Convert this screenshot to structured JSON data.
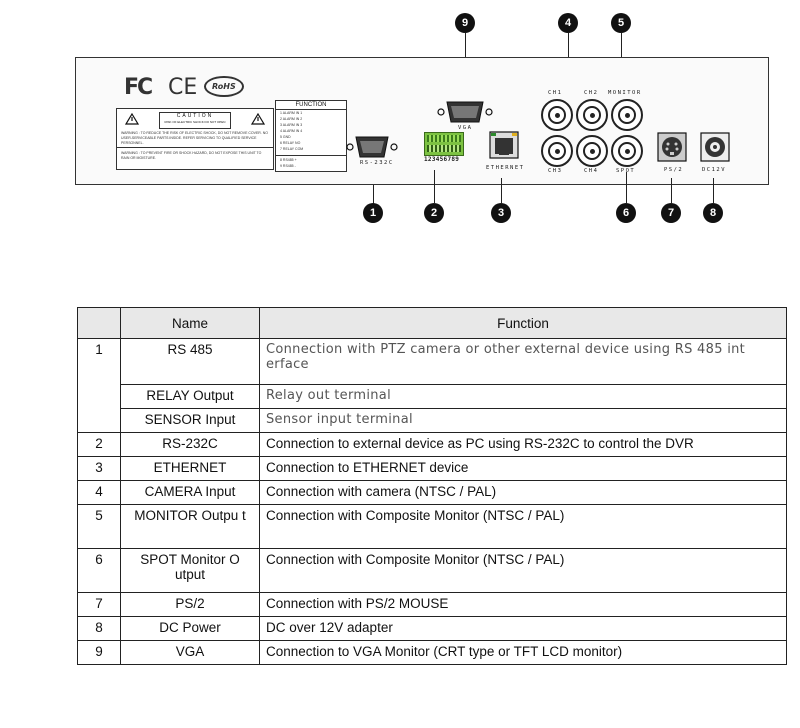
{
  "panel": {
    "logos": {
      "fc": "FC",
      "ce": "CE",
      "brand": "RoHS"
    },
    "caution": {
      "title": "CAUTION",
      "subtitle": "RISK OF ELECTRIC SHOCK DO NOT OPEN",
      "warning1": "WARNING : TO REDUCE THE RISK OF ELECTRIC SHOCK, DO NOT REMOVE COVER. NO USER-SERVICEABLE PARTS INSIDE. REFER SERVICING TO QUALIFIED SERVICE PERSONNEL.",
      "warning2": "WARNING : TO PREVENT FIRE OR SHOCK HAZARD, DO NOT EXPOSE THIS UNIT TO RAIN OR MOISTURE."
    },
    "function_box": {
      "title": "FUNCTION",
      "rows": [
        "1 ALARM IN 1",
        "2 ALARM IN 2",
        "3 ALARM IN 3",
        "4 ALARM IN 4",
        "5 GND",
        "6 RELAY NO",
        "7 RELAY COM",
        "8 RS485 +",
        "9 RS485 -"
      ]
    },
    "labels": {
      "rs232c": "RS-232C",
      "terminal": "123456789",
      "vga": "VGA",
      "ethernet": "ETHERNET",
      "ch1": "CH1",
      "ch2": "CH2",
      "monitor": "MONITOR",
      "ch3": "CH3",
      "ch4": "CH4",
      "spot": "SPOT",
      "ps2": "PS/2",
      "dc12v": "DC12V"
    },
    "callouts": [
      "1",
      "2",
      "3",
      "4",
      "5",
      "6",
      "7",
      "8",
      "9"
    ]
  },
  "table": {
    "headers": [
      "",
      "Name",
      "Function"
    ],
    "rows": [
      {
        "num": "1",
        "name": "RS 485",
        "func": "Connection with PTZ camera or other external device using RS 485 int erface"
      },
      {
        "num": "",
        "name": "RELAY Output",
        "func": "Relay out terminal"
      },
      {
        "num": "",
        "name": "SENSOR Input",
        "func": "Sensor input terminal"
      },
      {
        "num": "2",
        "name": "RS-232C",
        "func": "Connection to external device as PC using RS-232C to control the DVR"
      },
      {
        "num": "3",
        "name": "ETHERNET",
        "func": "Connection to ETHERNET device"
      },
      {
        "num": "4",
        "name": "CAMERA Input",
        "func": "Connection with camera (NTSC / PAL)"
      },
      {
        "num": "5",
        "name": "MONITOR Outpu t",
        "func": "Connection with Composite Monitor (NTSC / PAL)"
      },
      {
        "num": "6",
        "name": "SPOT Monitor O utput",
        "func": "Connection with Composite Monitor (NTSC / PAL)"
      },
      {
        "num": "7",
        "name": "PS/2",
        "func": "Connection with PS/2 MOUSE"
      },
      {
        "num": "8",
        "name": "DC Power",
        "func": "DC over 12V adapter"
      },
      {
        "num": "9",
        "name": "VGA",
        "func": "Connection to VGA Monitor (CRT type or TFT LCD monitor)"
      }
    ]
  }
}
